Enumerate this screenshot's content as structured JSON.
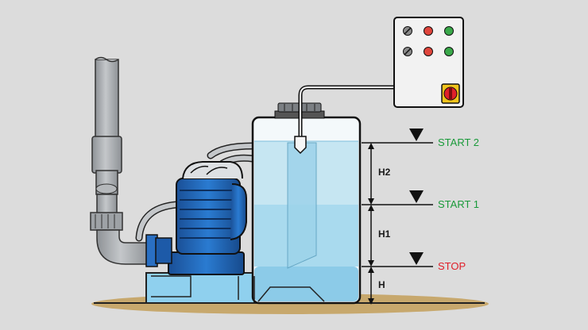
{
  "diagram": {
    "levels": [
      {
        "label": "START 2",
        "color": "#1a9a3a"
      },
      {
        "label": "START 1",
        "color": "#1a9a3a"
      },
      {
        "label": "STOP",
        "color": "#e0202a"
      }
    ],
    "dimensions": {
      "h2": "H2",
      "h1": "H1",
      "h": "H"
    },
    "colors": {
      "background": "#dcdcdc",
      "ground": "#c7a86d",
      "water": "#c6e6f2",
      "pump_blue": "#1d63b8",
      "pipe_gray": "#a9adb1",
      "start_green": "#1a9a3a",
      "stop_red": "#e0202a"
    },
    "control_panel": {
      "lights": [
        "screw",
        "red",
        "green",
        "screw",
        "red",
        "green"
      ],
      "switch_icon": "rotary-switch-icon"
    }
  }
}
